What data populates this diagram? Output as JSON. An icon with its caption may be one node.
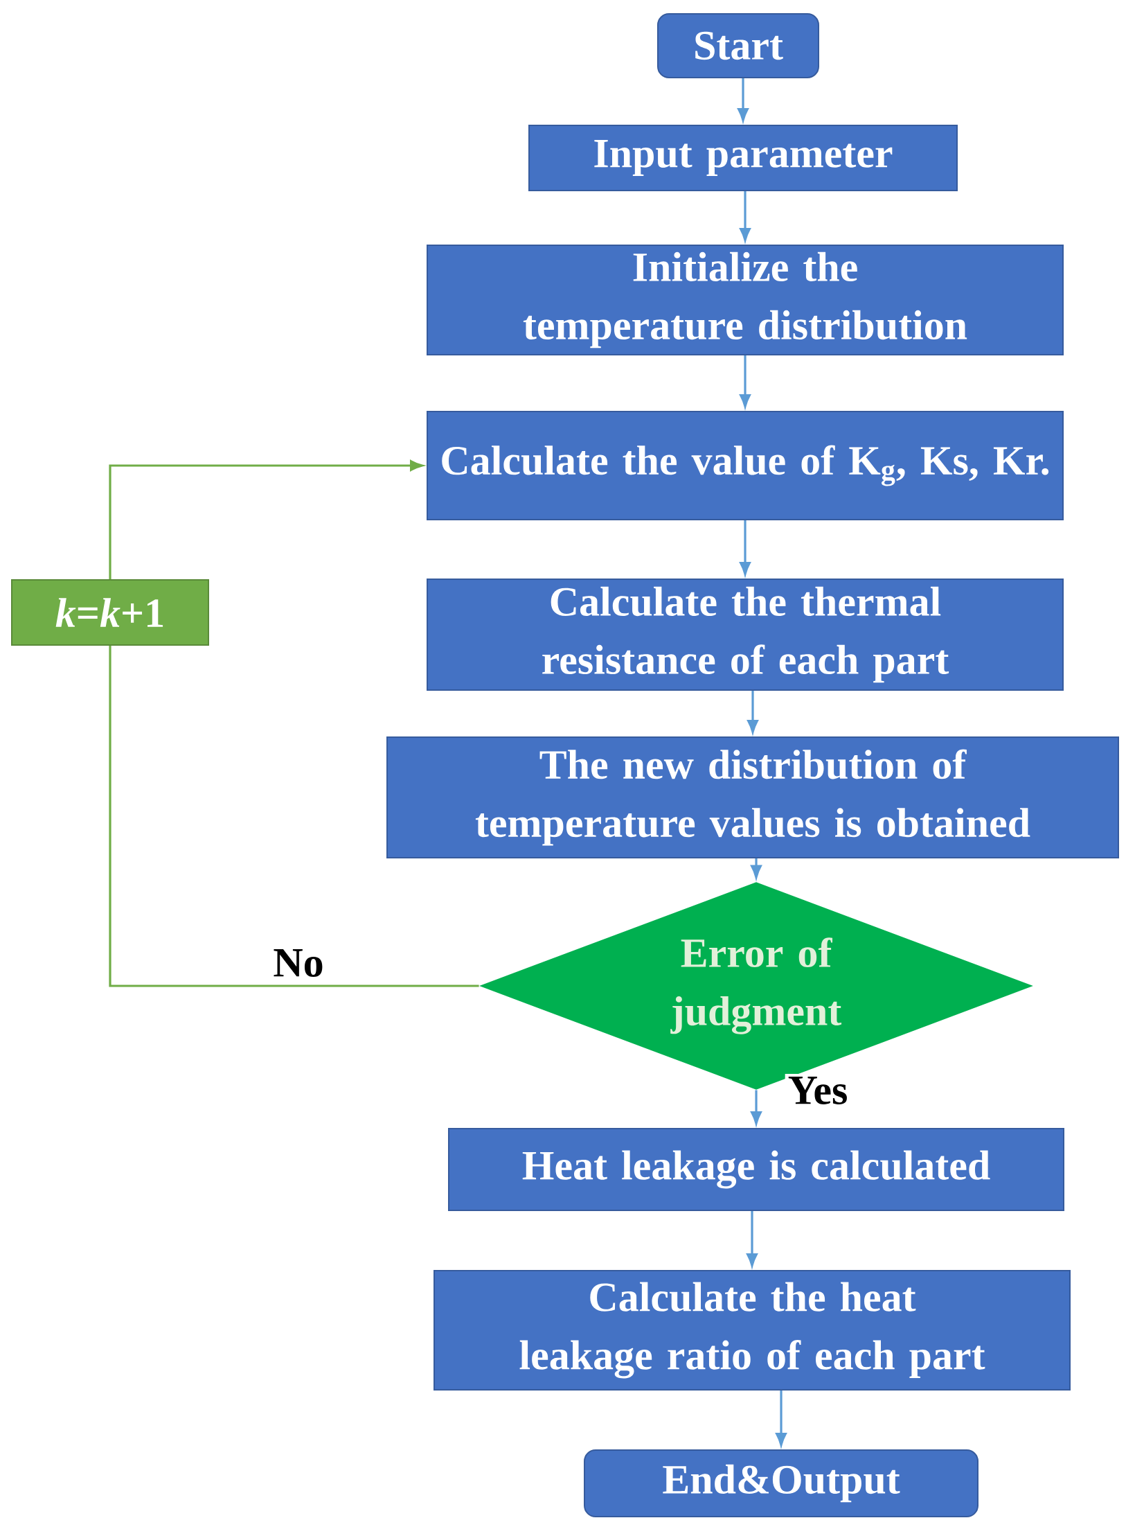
{
  "diagram": {
    "nodes": [
      {
        "text": [
          "Start"
        ]
      },
      {
        "text": [
          "Input parameter"
        ]
      },
      {
        "text": [
          "Initialize the temperature distribution"
        ]
      },
      {
        "text": [
          "Calculate the value of K$_{g}$, Ks, Kr."
        ]
      },
      {
        "text": [
          "*k*=*k*+1"
        ]
      },
      {
        "text": [
          "Calculate the thermal resistance of each part"
        ]
      },
      {
        "text": [
          "The new distribution of temperature values is obtained"
        ]
      },
      {
        "text": [
          "Error of judgment"
        ]
      },
      {
        "text": [
          "Heat leakage is calculated"
        ]
      },
      {
        "text": [
          "Calculate the heat leakage ratio of each part"
        ]
      },
      {
        "text": [
          "End&Output"
        ]
      }
    ],
    "edges": [
      {
        "from": 0,
        "to": 1,
        "arrow": "to"
      },
      {
        "from": 1,
        "to": 2,
        "arrow": "to"
      },
      {
        "from": 2,
        "to": 3,
        "arrow": "to"
      },
      {
        "from": 3,
        "to": 5,
        "arrow": "to"
      },
      {
        "from": 5,
        "to": 6,
        "arrow": "to"
      },
      {
        "from": 6,
        "to": 7,
        "arrow": "to"
      },
      {
        "from": 7,
        "to": 4,
        "arrow": "none",
        "label": "No",
        "color": "#70ad47"
      },
      {
        "from": 4,
        "to": 3,
        "arrow": "to",
        "color": "#70ad47"
      },
      {
        "from": 7,
        "to": 8,
        "arrow": "to",
        "label": "Yes"
      },
      {
        "from": 8,
        "to": 9,
        "arrow": "to"
      },
      {
        "from": 9,
        "to": 10,
        "arrow": "to"
      }
    ]
  }
}
